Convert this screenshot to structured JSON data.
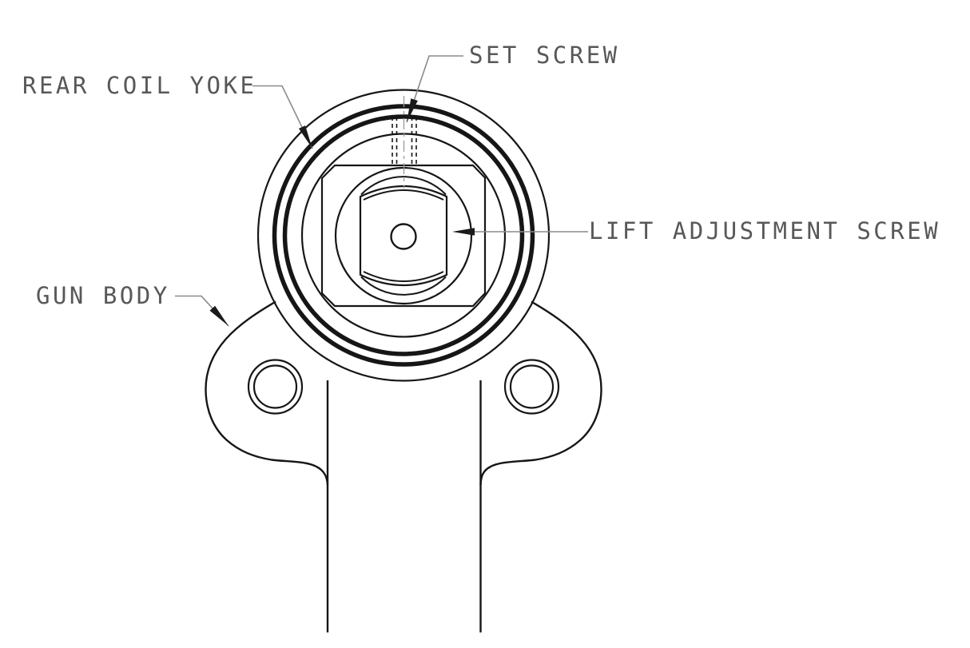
{
  "diagram": {
    "labels": {
      "rear_coil_yoke": "REAR COIL YOKE",
      "set_screw": "SET SCREW",
      "lift_adjustment_screw": "LIFT ADJUSTMENT SCREW",
      "gun_body": "GUN BODY"
    },
    "colors": {
      "drawing_line": "#161616",
      "leader_line": "#8a8a8a",
      "arrowhead": "#1a1a1a",
      "label_text": "#585858",
      "centerline": "#9a9a9a",
      "background": "#ffffff"
    }
  }
}
